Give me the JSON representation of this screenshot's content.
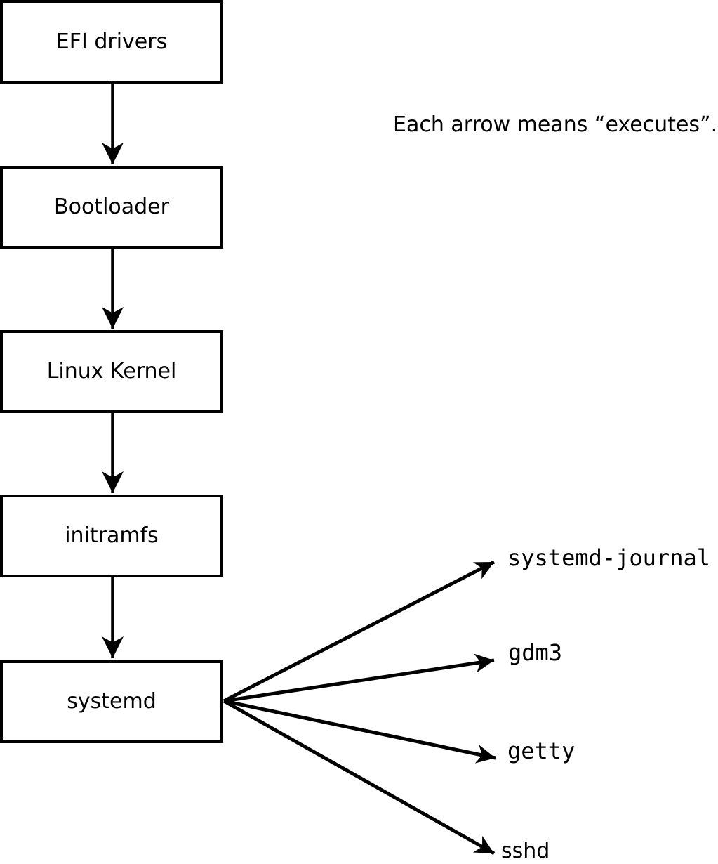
{
  "diagram": {
    "caption": "Each arrow means “executes”.",
    "boot_chain": [
      {
        "label": "EFI drivers"
      },
      {
        "label": "Bootloader"
      },
      {
        "label": "Linux Kernel"
      },
      {
        "label": "initramfs"
      },
      {
        "label": "systemd"
      }
    ],
    "systemd_children": [
      {
        "label": "systemd-journal"
      },
      {
        "label": "gdm3"
      },
      {
        "label": "getty"
      },
      {
        "label": "sshd"
      }
    ],
    "colors": {
      "ink": "#000000",
      "background": "#ffffff",
      "box_fill": "#ffffff"
    }
  }
}
